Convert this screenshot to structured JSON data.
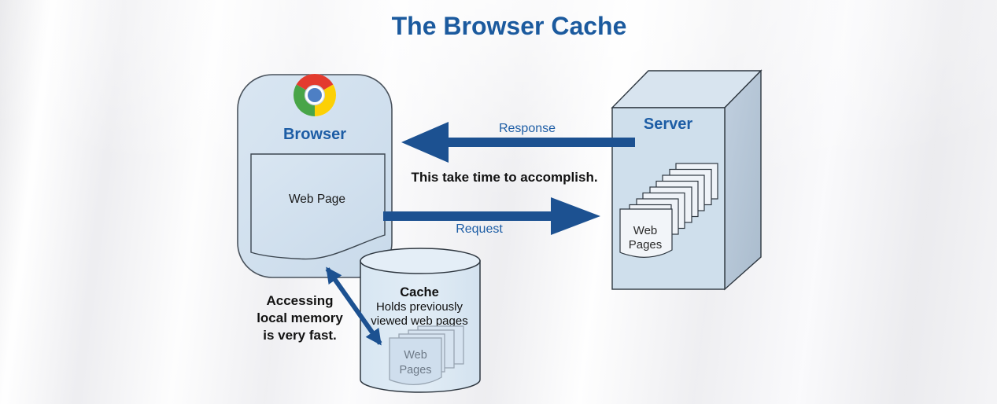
{
  "title": "The Browser Cache",
  "browser": {
    "label": "Browser",
    "icon": "chrome-icon",
    "webpage_label": "Web Page"
  },
  "network": {
    "response_label": "Response",
    "request_label": "Request",
    "note": "This take time to accomplish."
  },
  "server": {
    "label": "Server",
    "pages_line1": "Web",
    "pages_line2": "Pages"
  },
  "cache": {
    "label": "Cache",
    "desc_line1": "Holds previously",
    "desc_line2": "viewed web pages",
    "pages_line1": "Web",
    "pages_line2": "Pages",
    "note_line1": "Accessing",
    "note_line2": "local memory",
    "note_line3": "is very fast."
  },
  "colors": {
    "title_blue": "#1b5a9e",
    "label_blue": "#1d5da5",
    "arrow_blue": "#1c5191",
    "browser_fill": "#d2e0ee",
    "cylinder_fill": "#dce9f4",
    "server_side_fill": "#b7c7d7"
  }
}
